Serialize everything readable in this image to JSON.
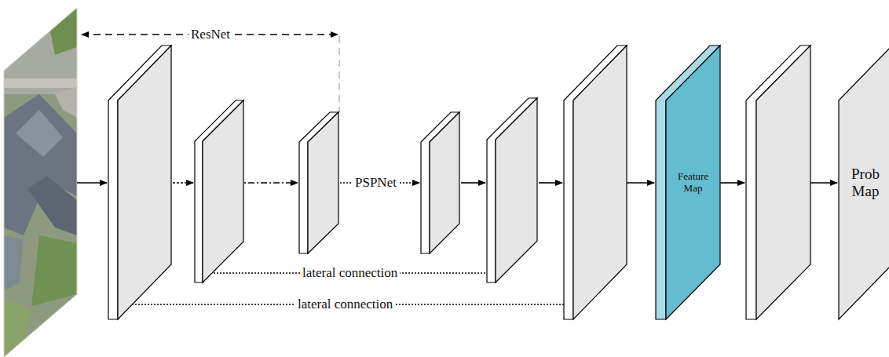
{
  "diagram": {
    "nodes": [
      {
        "text": [
          "Feature Map"
        ]
      },
      {
        "text": [
          "Prob Map"
        ]
      }
    ],
    "labels": [
      "ResNet",
      "PSPNet",
      "lateral connection",
      "lateral connection"
    ]
  }
}
